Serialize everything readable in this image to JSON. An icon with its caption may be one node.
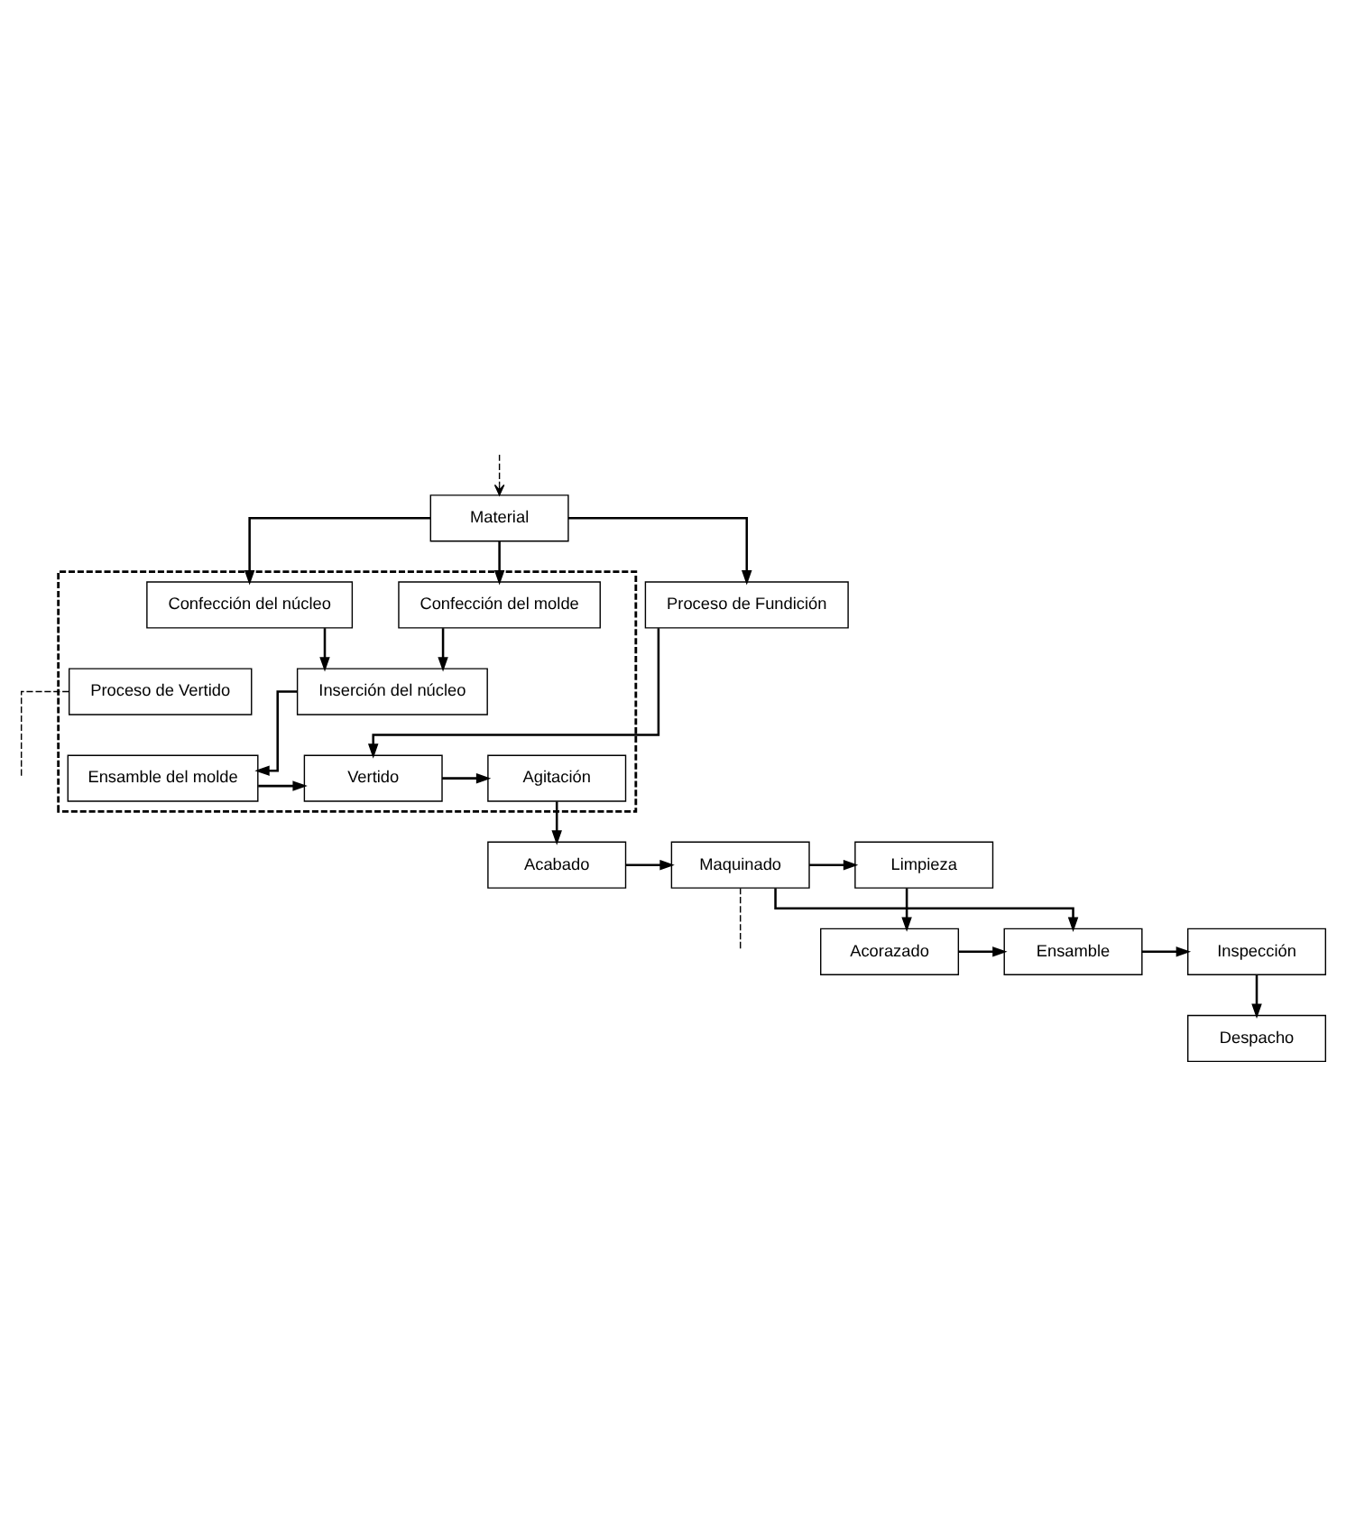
{
  "diagram": {
    "nodes": [
      {
        "text": [
          "Material"
        ]
      },
      {
        "text": [],
        "shape": "box"
      },
      {
        "text": [
          "Confección del molde"
        ],
        "in": 1
      },
      {
        "text": [
          "Confección del núcleo"
        ],
        "in": 1
      },
      {
        "text": [
          "Proceso de Fundición"
        ]
      },
      {
        "text": [
          "Inserción del núcleo"
        ],
        "in": 1
      },
      {
        "text": [
          "Proceso de Vertido"
        ],
        "in": 1
      },
      {
        "text": [
          "Ensamble del molde"
        ],
        "in": 1
      },
      {
        "text": [
          "Vertido"
        ],
        "in": 1
      },
      {
        "text": [
          "Agitación"
        ],
        "in": 1
      },
      {
        "text": [
          "Limpieza"
        ]
      },
      {
        "text": [
          "Maquinado"
        ]
      },
      {
        "text": [
          "Acabado"
        ]
      },
      {
        "text": [
          "Acorazado"
        ]
      },
      {
        "text": [
          "Ensamble"
        ]
      },
      {
        "text": [
          "Inspección"
        ]
      },
      {
        "text": [
          "Despacho"
        ]
      }
    ],
    "edges": [
      {
        "from": 0,
        "to": 2,
        "arrow": "to"
      },
      {
        "from": 0,
        "to": 3,
        "arrow": "to"
      },
      {
        "from": 0,
        "to": 4,
        "arrow": "to"
      },
      {
        "from": 2,
        "to": 5,
        "arrow": "to"
      },
      {
        "from": 3,
        "to": 5,
        "arrow": "to"
      },
      {
        "from": 4,
        "to": 8,
        "arrow": "to"
      },
      {
        "from": 5,
        "to": 7,
        "arrow": "to"
      },
      {
        "from": 7,
        "to": 8,
        "arrow": "to"
      },
      {
        "from": 8,
        "to": 9,
        "arrow": "to"
      },
      {
        "from": 9,
        "to": 12,
        "arrow": "to"
      },
      {
        "from": 12,
        "to": 11,
        "arrow": "to"
      },
      {
        "from": 11,
        "to": 10,
        "arrow": "to"
      },
      {
        "from": 10,
        "to": 13,
        "arrow": "to"
      },
      {
        "from": 11,
        "to": 14,
        "arrow": "to"
      },
      {
        "from": 13,
        "to": 14,
        "arrow": "to"
      },
      {
        "from": 14,
        "to": 15,
        "arrow": "to"
      },
      {
        "from": 15,
        "to": 16,
        "arrow": "to"
      },
      {
        "from": null,
        "to": 0,
        "arrow": "to",
        "style": "dashed"
      },
      {
        "from": 6,
        "to": null,
        "arrow": "none",
        "style": "dashed"
      },
      {
        "from": 11,
        "to": null,
        "arrow": "none",
        "style": "dashed"
      }
    ]
  }
}
